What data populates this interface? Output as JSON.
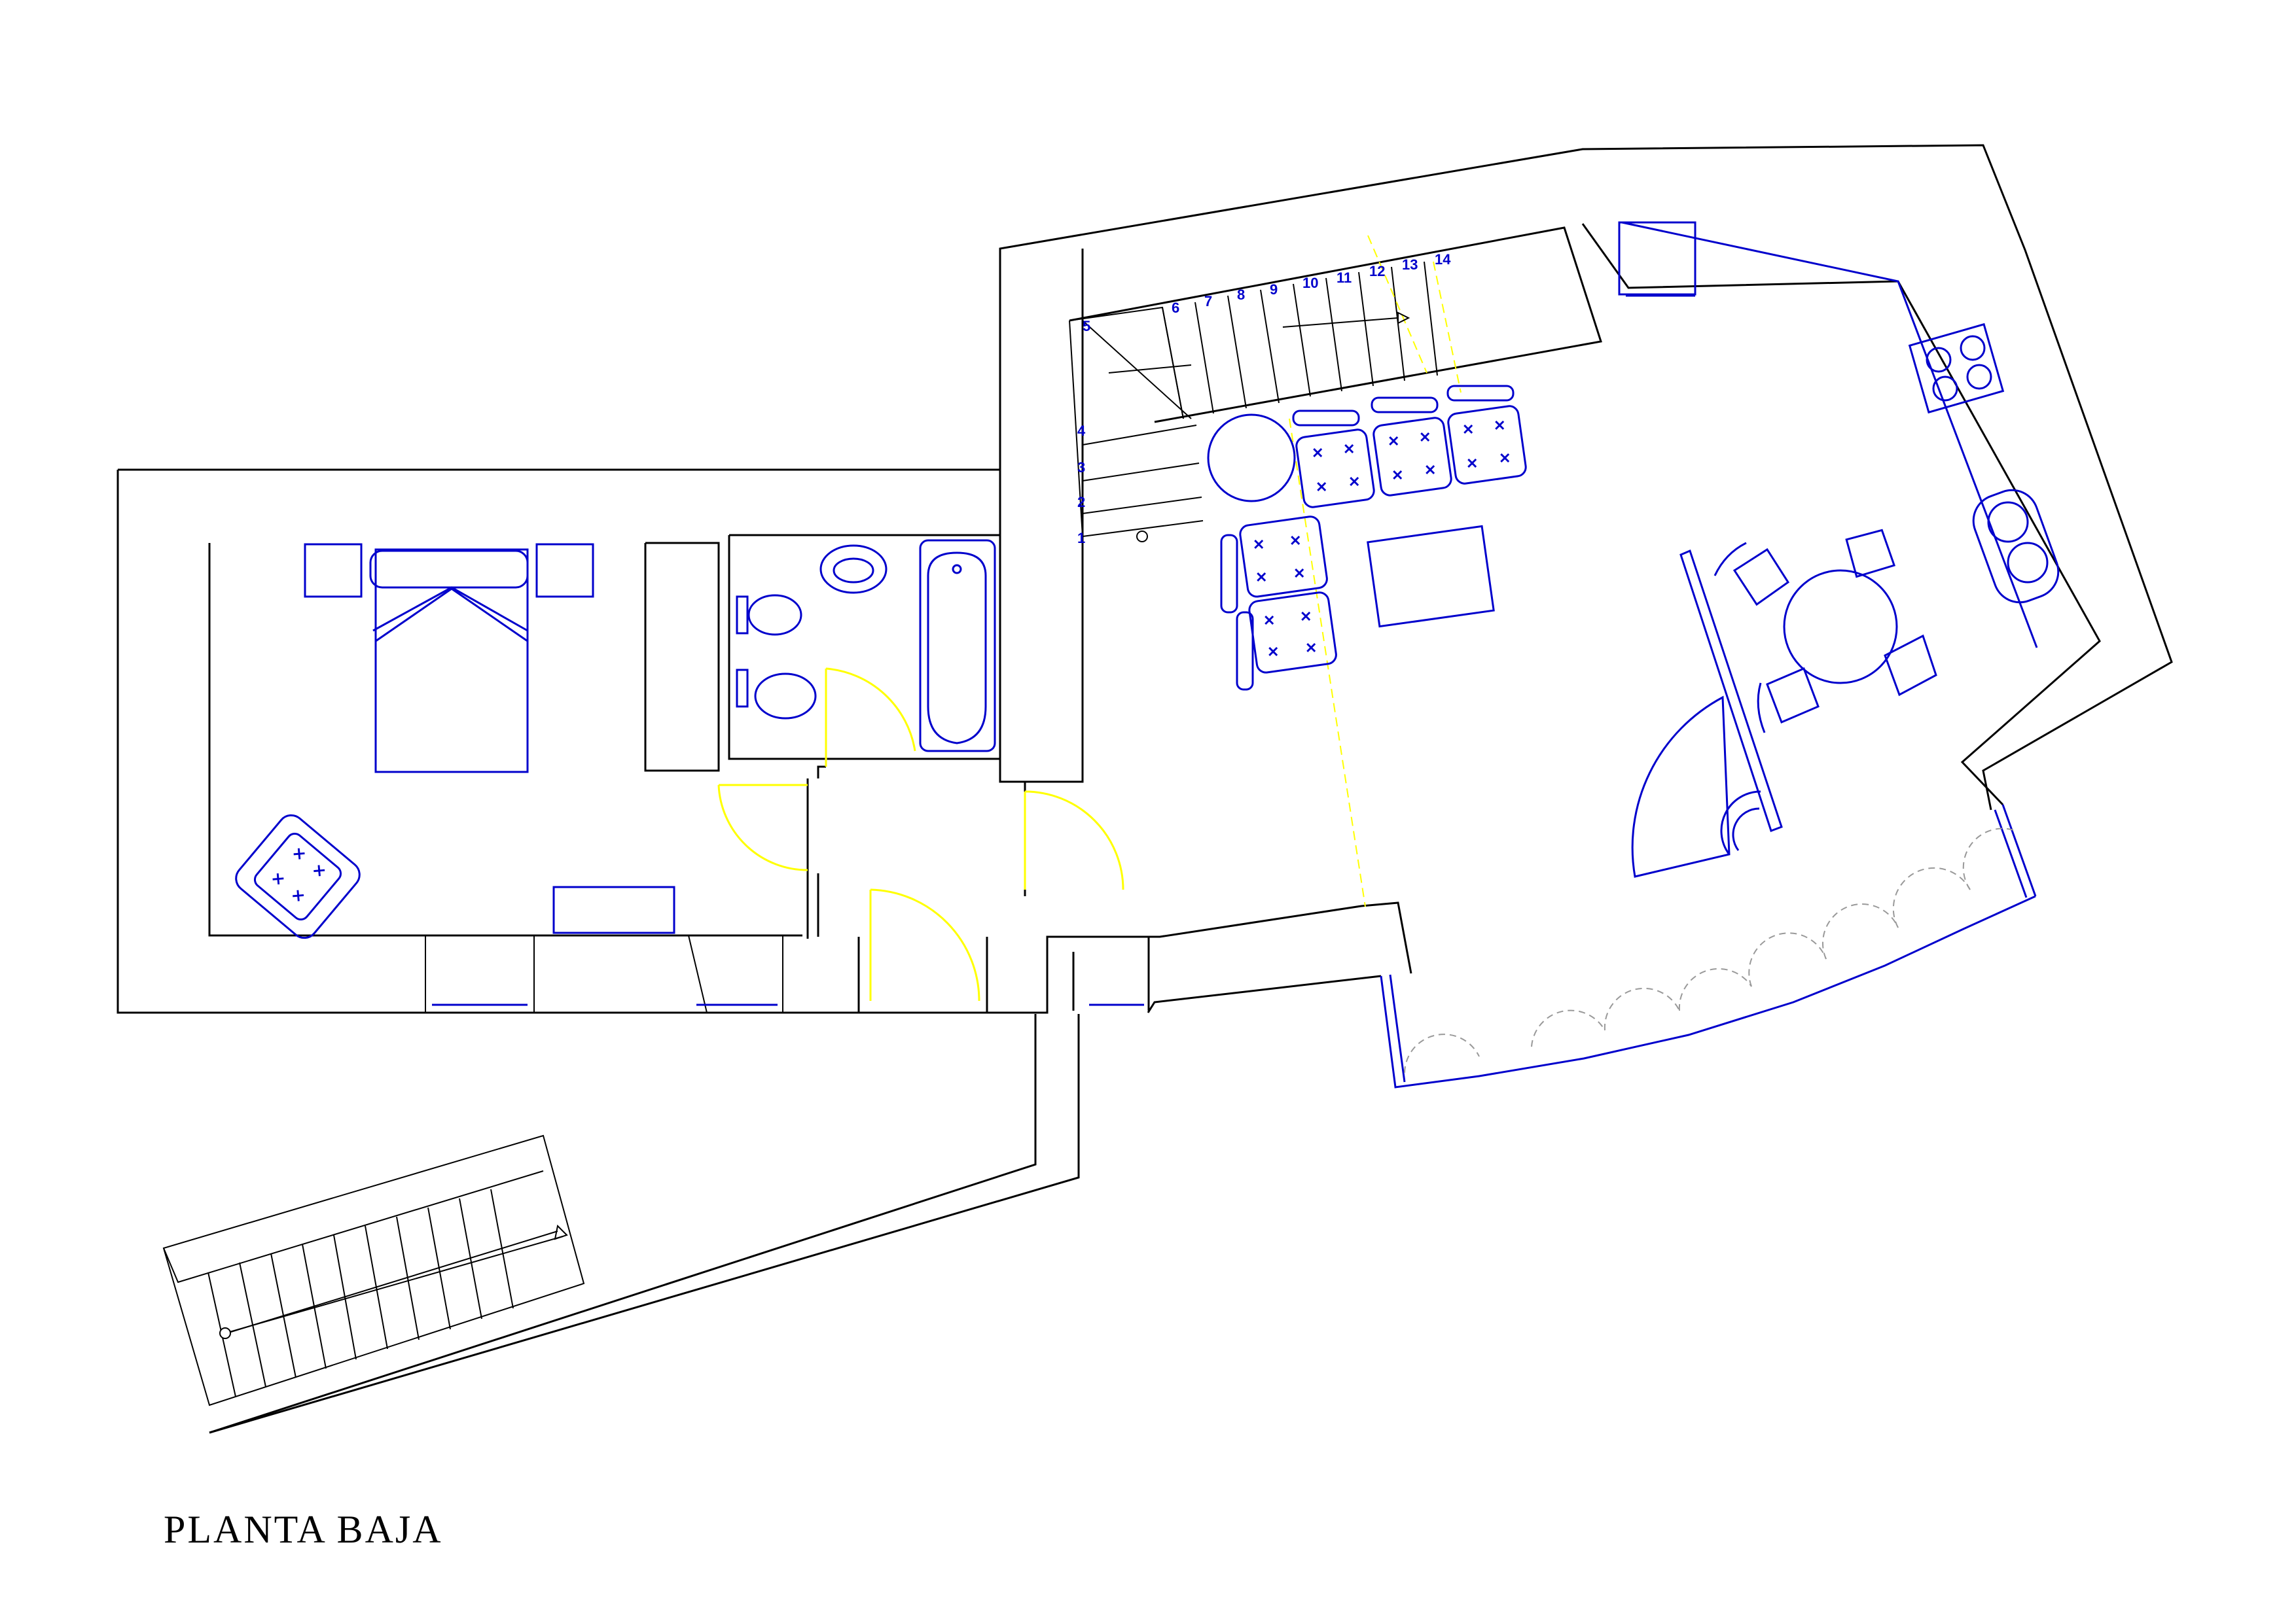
{
  "drawing": {
    "title": "PLANTA  BAJA",
    "colors": {
      "walls": "#000000",
      "furniture": "#0000cc",
      "doors": "#ffff00",
      "arches": "#999999",
      "background": "#ffffff"
    },
    "stair_numbers": [
      "1",
      "2",
      "3",
      "4",
      "5",
      "6",
      "7",
      "8",
      "9",
      "10",
      "11",
      "12",
      "13",
      "14"
    ]
  }
}
